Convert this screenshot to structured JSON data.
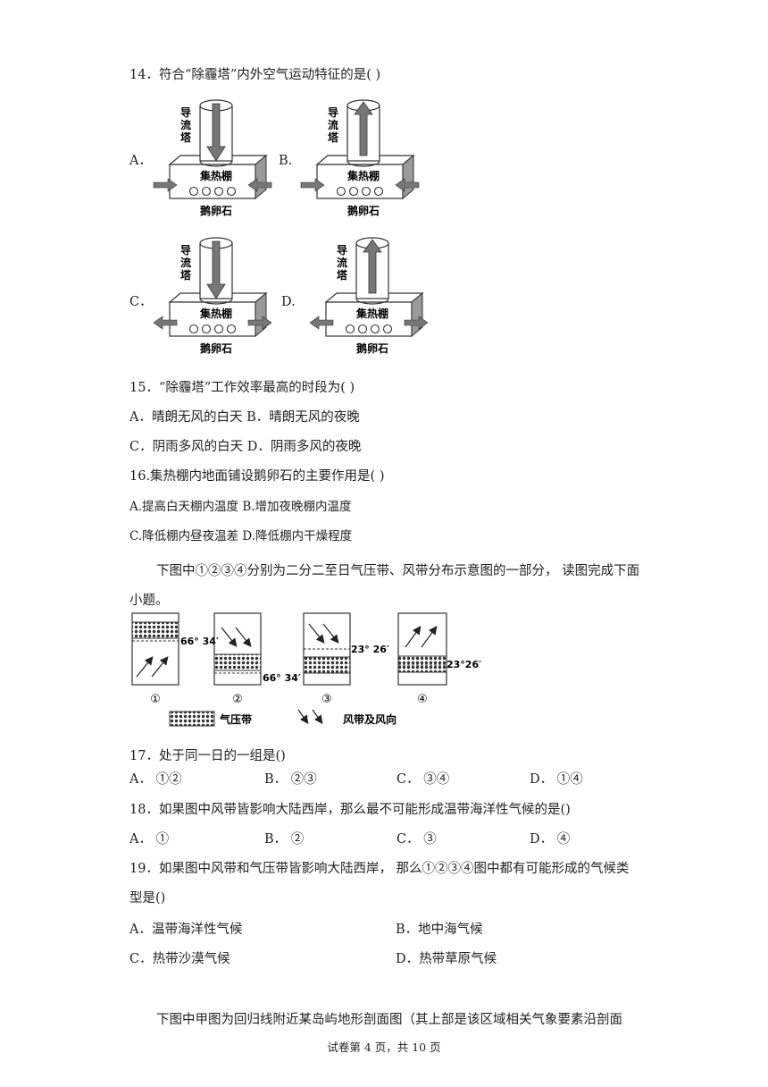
{
  "q14": {
    "stem": "14．符合“除霾塔”内外空气运动特征的是(      )",
    "options": [
      "A．",
      "B.",
      "C．",
      "D."
    ],
    "diagram": {
      "tower_label": [
        "导",
        "流",
        "塔"
      ],
      "shed_label": "集热棚",
      "stone_label": "鹅卵石"
    }
  },
  "q15": {
    "stem": "15．“除霾塔”工作效率最高的时段为(      )",
    "options": [
      "A．晴朗无风的白天    B．晴朗无风的夜晚",
      "C．阴雨多风的白天    D．阴雨多风的夜晚"
    ]
  },
  "q16": {
    "stem": "16.集热棚内地面铺设鹅卵石的主要作用是(      )",
    "options": [
      "A.提高白天棚内温度        B.增加夜晚棚内温度",
      "C.降低棚内昼夜温差        D.降低棚内干燥程度"
    ]
  },
  "intro1": "下图中①②③④分别为二分二至日气压带、风带分布示意图的一部分， 读图完成下面小题。",
  "belts_figure": {
    "panel_labels": [
      "①",
      "②",
      "③",
      "④"
    ],
    "lat_66": "66° 34′",
    "lat_23": "23° 26′",
    "lat_23b": "23°26′",
    "legend_pressure": "气压带",
    "legend_wind": "风带及风向"
  },
  "q17": {
    "stem": "17．处于同一日的一组是()",
    "options": [
      "A．  ①②",
      "B．  ②③",
      "C．  ③④",
      "D．  ①④"
    ]
  },
  "q18": {
    "stem": "18．如果图中风带皆影响大陆西岸，那么最不可能形成温带海洋性气候的是()",
    "options": [
      "A．  ①",
      "B．  ②",
      "C．  ③",
      "D．  ④"
    ]
  },
  "q19": {
    "stem_line1": "19．如果图中风带和气压带皆影响大陆西岸， 那么①②③④图中都有可能形成的气候类",
    "stem_line2": "型是()",
    "options": [
      "A．温带海洋性气候",
      "B．地中海气候",
      "C．热带沙漠气候",
      "D．热带草原气候"
    ]
  },
  "intro2": "下图中甲图为回归线附近某岛屿地形剖面图（其上部是该区域相关气象要素沿剖面",
  "footer": "试卷第 4 页，共 10 页"
}
